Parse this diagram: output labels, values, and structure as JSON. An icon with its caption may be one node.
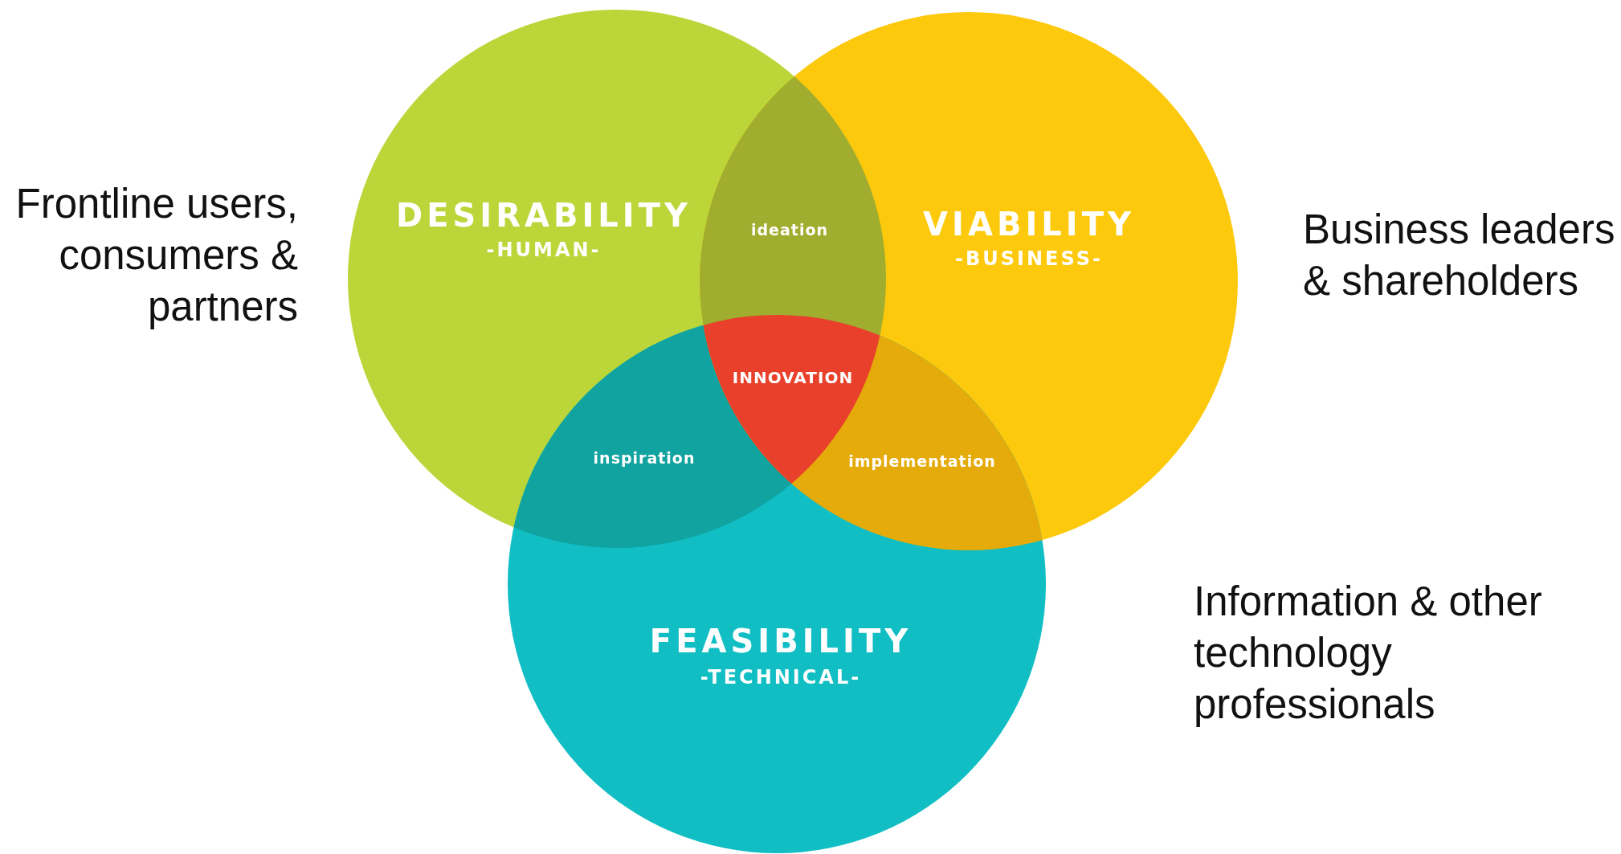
{
  "diagram": {
    "nodes": [
      {
        "text": [
          "DESIRABILITY",
          "-HUMAN-"
        ],
        "beside": [
          "Frontline users, consumers & partners"
        ]
      },
      {
        "text": [
          "VIABILITY",
          "-BUSINESS-"
        ],
        "beside": [
          "Business leaders & shareholders"
        ]
      },
      {
        "text": [
          "FEASIBILITY",
          "-TECHNICAL-"
        ]
      },
      {
        "text": [
          "ideation"
        ]
      },
      {
        "text": [
          "inspiration"
        ]
      },
      {
        "text": [
          "implementation"
        ]
      },
      {
        "text": [
          "INNOVATION"
        ]
      }
    ],
    "edges": [],
    "labels": [
      "Information & other technology professionals"
    ]
  }
}
